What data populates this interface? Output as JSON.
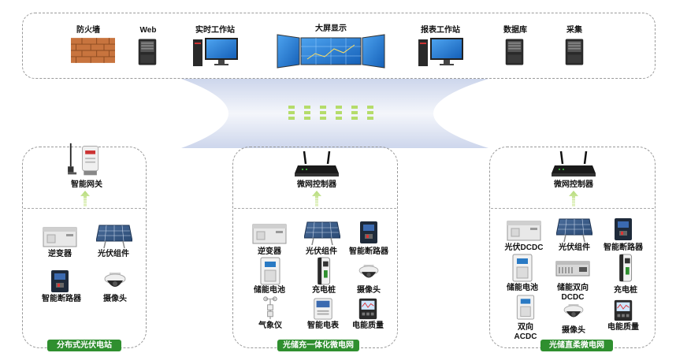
{
  "top": {
    "items": [
      {
        "label": "防火墙"
      },
      {
        "label": "Web"
      },
      {
        "label": "实时工作站"
      },
      {
        "label": "大屏显示"
      },
      {
        "label": "报表工作站"
      },
      {
        "label": "数据库"
      },
      {
        "label": "采集"
      }
    ]
  },
  "left": {
    "gateway": "智能网关",
    "devices": [
      "逆变器",
      "光伏组件",
      "智能断路器",
      "摄像头"
    ],
    "title": "分布式光伏电站"
  },
  "middle": {
    "controller": "微网控制器",
    "devices": [
      "逆变器",
      "光伏组件",
      "智能断路器",
      "储能电池",
      "充电桩",
      "摄像头",
      "气象仪",
      "智能电表",
      "电能质量"
    ],
    "title": "光储充一体化微电网"
  },
  "right": {
    "controller": "微网控制器",
    "devices": [
      "光伏DCDC",
      "光伏组件",
      "智能断路器",
      "储能电池",
      "储能双向DCDC",
      "充电桩",
      "双向ACDC",
      "摄像头",
      "电能质量"
    ],
    "title": "光储直柔微电网"
  },
  "colors": {
    "accent": "#2f8f2f",
    "dash": "#9a9a9a",
    "cloud": "#d7deef"
  }
}
